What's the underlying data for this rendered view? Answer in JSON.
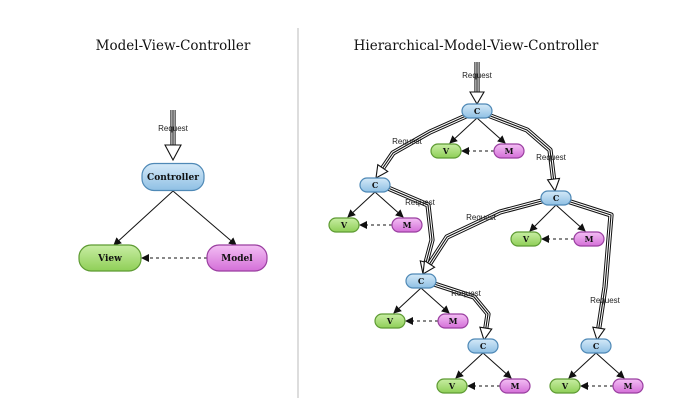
{
  "left": {
    "title": "Model-View-Controller",
    "request_label": "Request",
    "controller_label": "Controller",
    "view_label": "View",
    "model_label": "Model"
  },
  "right": {
    "title": "Hierarchical-Model-View-Controller",
    "request_label": "Request",
    "controller_label": "C",
    "view_label": "V",
    "model_label": "M"
  },
  "colors": {
    "controller_fill": "#a8d0ec",
    "controller_stroke": "#4f89b6",
    "view_fill": "#a7dd77",
    "view_stroke": "#5e9b33",
    "model_fill": "#e58fe8",
    "model_stroke": "#9a3fa0",
    "divider": "#bbbbbb",
    "line": "#111111"
  }
}
